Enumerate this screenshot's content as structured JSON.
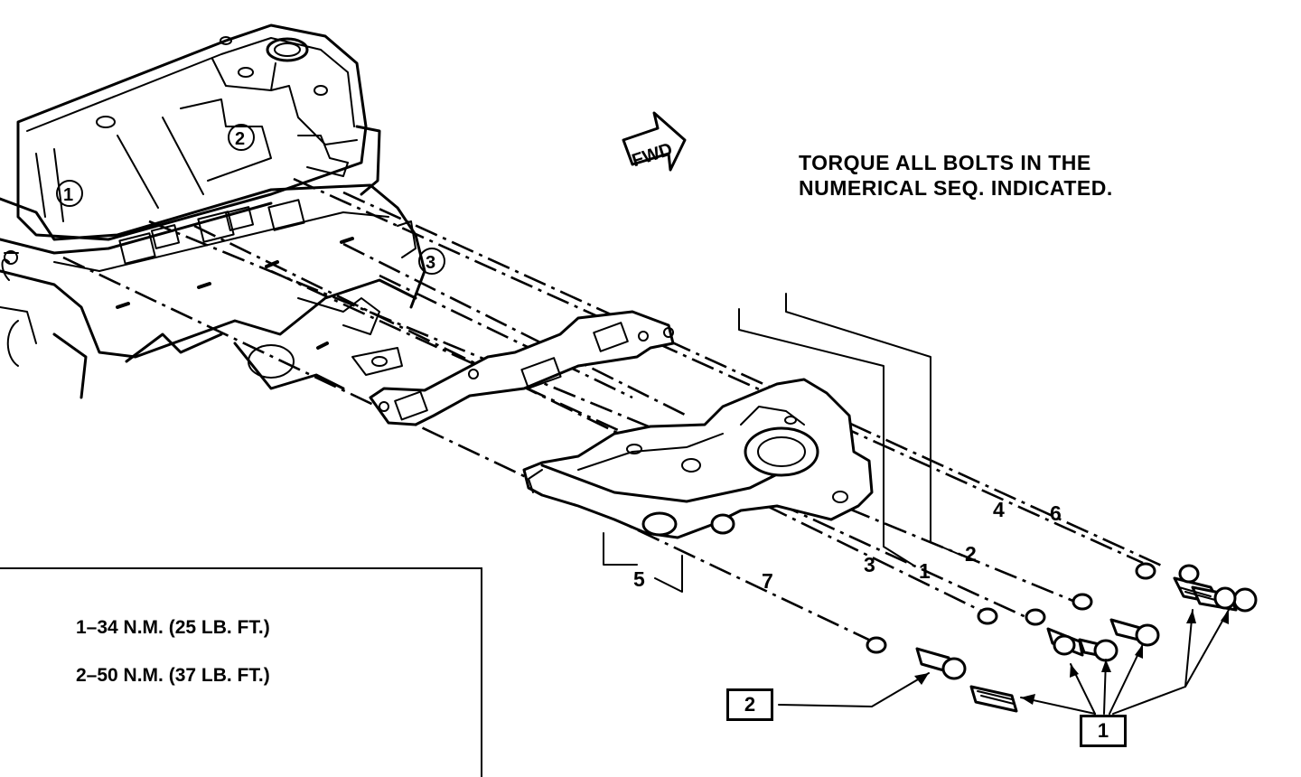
{
  "fwd_label": "FWD",
  "note": {
    "line1": "TORQUE ALL BOLTS IN THE",
    "line2": "NUMERICAL SEQ. INDICATED."
  },
  "torque_specs": [
    "1–34 N.M. (25 LB. FT.)",
    "2–50 N.M. (37 LB. FT.)"
  ],
  "callouts": {
    "c1": "1",
    "c2": "2"
  },
  "sequence_numbers": [
    "1",
    "2",
    "3",
    "4",
    "5",
    "6",
    "7"
  ],
  "cylinder_labels": [
    "1",
    "2",
    "3"
  ]
}
